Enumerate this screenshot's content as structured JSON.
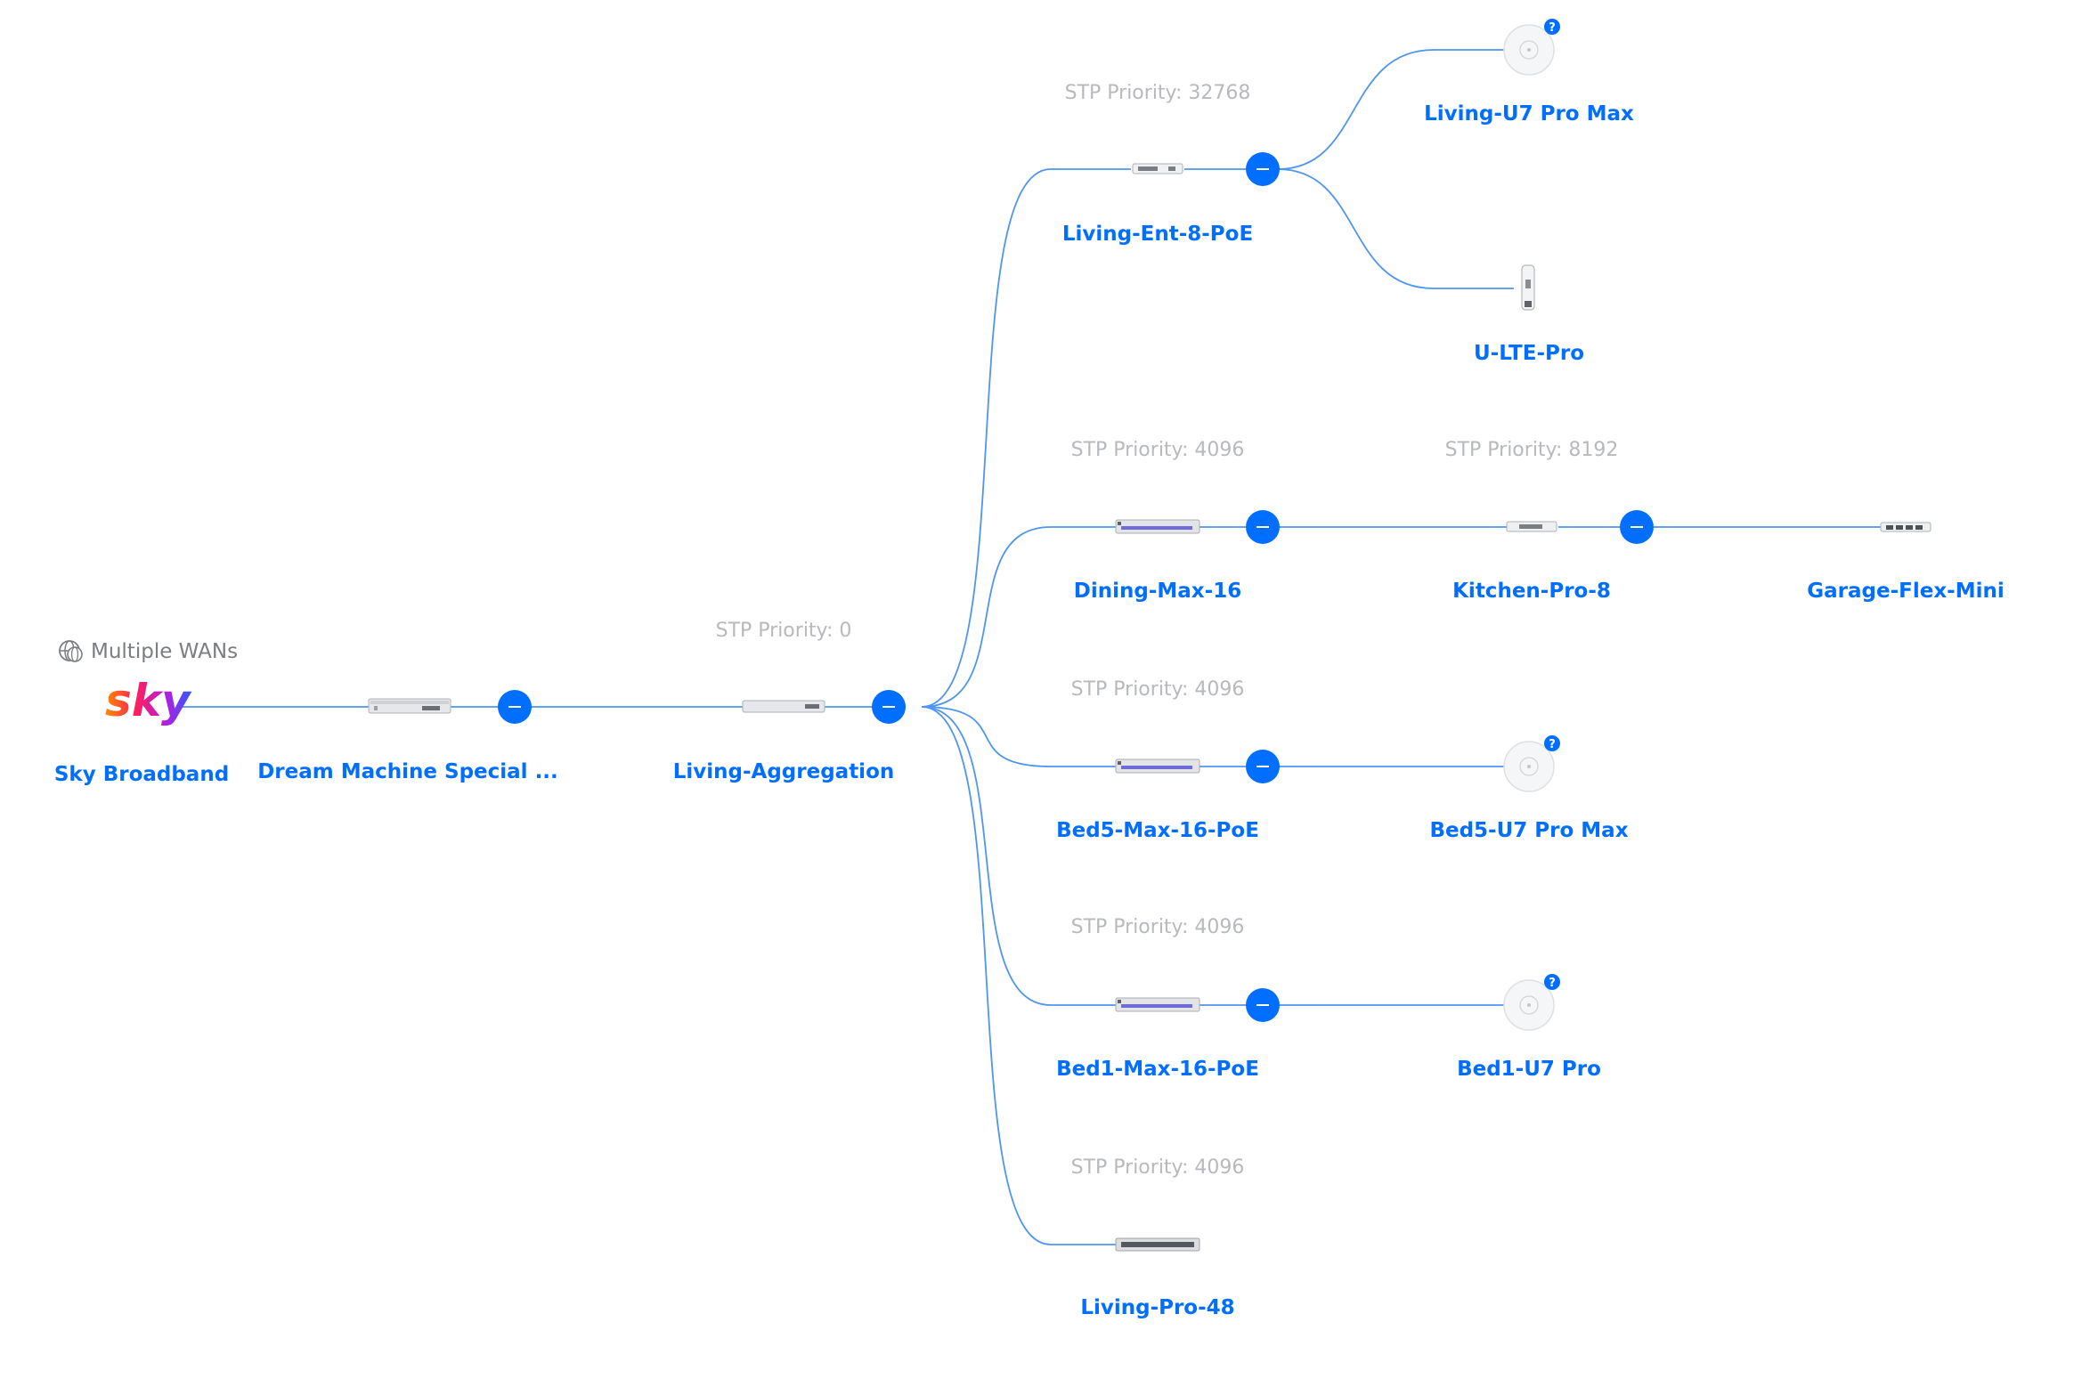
{
  "colors": {
    "accent": "#006fff",
    "link": "#4f95f0",
    "muted": "#b7b9bd"
  },
  "wan": {
    "label": "Multiple WANs",
    "icon": "globe-icon"
  },
  "isp": {
    "label": "Sky Broadband",
    "logo_text": "sky"
  },
  "nodes": {
    "dream": {
      "label": "Dream Machine Special ...",
      "icon": "gateway-device-icon"
    },
    "agg": {
      "label": "Living-Aggregation",
      "stp": "STP Priority: 0",
      "icon": "switch-device-icon"
    },
    "ent8": {
      "label": "Living-Ent-8-PoE",
      "stp": "STP Priority: 32768",
      "icon": "switch-device-icon"
    },
    "u7max": {
      "label": "Living-U7 Pro Max",
      "icon": "access-point-icon",
      "badge": "?"
    },
    "lte": {
      "label": "U-LTE-Pro",
      "icon": "lte-device-icon"
    },
    "dining": {
      "label": "Dining-Max-16",
      "stp": "STP Priority: 4096",
      "icon": "switch-device-icon"
    },
    "kitchen": {
      "label": "Kitchen-Pro-8",
      "stp": "STP Priority: 8192",
      "icon": "switch-device-icon"
    },
    "garage": {
      "label": "Garage-Flex-Mini",
      "icon": "mini-switch-icon"
    },
    "bed5": {
      "label": "Bed5-Max-16-PoE",
      "stp": "STP Priority: 4096",
      "icon": "switch-device-icon"
    },
    "bed5ap": {
      "label": "Bed5-U7 Pro Max",
      "icon": "access-point-icon",
      "badge": "?"
    },
    "bed1": {
      "label": "Bed1-Max-16-PoE",
      "stp": "STP Priority: 4096",
      "icon": "switch-device-icon"
    },
    "bed1ap": {
      "label": "Bed1-U7 Pro",
      "icon": "access-point-icon",
      "badge": "?"
    },
    "pro48": {
      "label": "Living-Pro-48",
      "stp": "STP Priority: 4096",
      "icon": "switch-device-icon"
    }
  },
  "collapse_symbol": "–"
}
